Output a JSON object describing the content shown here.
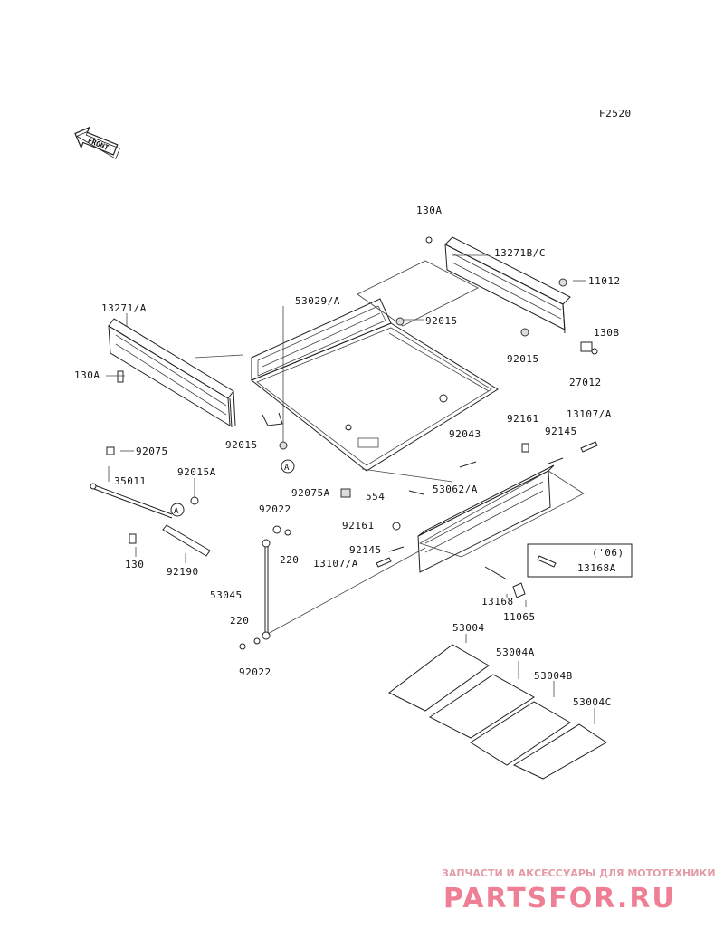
{
  "diagram_code": "F2520",
  "front_label": "FRONT",
  "parts": {
    "p130A_top": "130A",
    "p13271BC": "13271B/C",
    "p11012": "11012",
    "p53029A": "53029/A",
    "p92015_center": "92015",
    "p13271A": "13271/A",
    "p130B": "130B",
    "p92015_right": "92015",
    "p130A_left": "130A",
    "p27012": "27012",
    "p92161_top": "92161",
    "p13107A_top": "13107/A",
    "p92145_top": "92145",
    "p92015_left": "92015",
    "p92043": "92043",
    "p92075": "92075",
    "p35011": "35011",
    "p92015A": "92015A",
    "p92075A": "92075A",
    "p554": "554",
    "p53062A": "53062/A",
    "p92022_top": "92022",
    "p92161_mid": "92161",
    "p92145_mid": "92145",
    "p220_top": "220",
    "p13107A_mid": "13107/A",
    "p130": "130",
    "p92190": "92190",
    "p53045": "53045",
    "p13168": "13168",
    "p11065": "11065",
    "p220_bottom": "220",
    "p92022_bottom": "92022",
    "p53004": "53004",
    "p53004A": "53004A",
    "p53004B": "53004B",
    "p53004C": "53004C"
  },
  "callout_A": "A",
  "inset": {
    "year": "('06)",
    "part": "13168A"
  },
  "watermark": {
    "tagline": "ЗАПЧАСТИ И АКСЕССУАРЫ ДЛЯ МОТОТЕХНИКИ",
    "brand": "PARTSFOR.RU"
  }
}
